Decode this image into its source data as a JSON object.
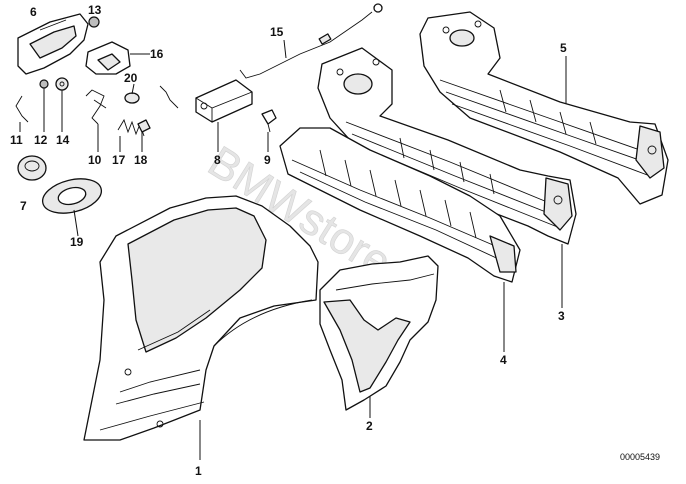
{
  "diagram": {
    "watermark": "BMWstore.pl",
    "diagram_id": "00005439",
    "callouts": {
      "c1": "1",
      "c2": "2",
      "c3": "3",
      "c4": "4",
      "c5": "5",
      "c6": "6",
      "c7": "7",
      "c8": "8",
      "c9": "9",
      "c10": "10",
      "c11": "11",
      "c12": "12",
      "c13": "13",
      "c14": "14",
      "c15": "15",
      "c16": "16",
      "c17": "17",
      "c18": "18",
      "c19": "19",
      "c20": "20"
    }
  }
}
